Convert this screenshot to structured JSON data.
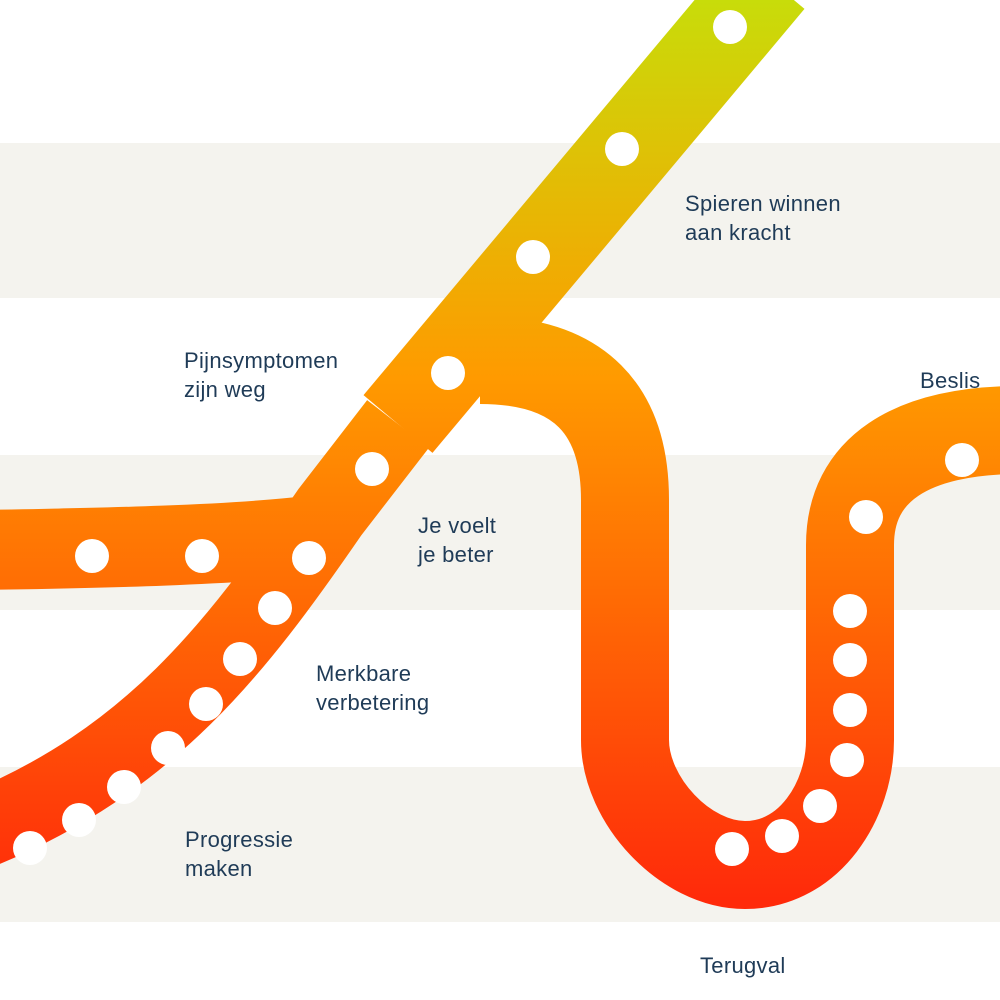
{
  "colors": {
    "background": "#ffffff",
    "band": "#f4f3ee",
    "label_text": "#1f3b57",
    "path_top": "#c8dc0a",
    "path_mid": "#ff9a00",
    "path_bottom": "#ff2a0a",
    "dot": "#ffffff"
  },
  "labels": {
    "spieren": [
      "Spieren winnen",
      "aan kracht"
    ],
    "pijn": [
      "Pijnsymptomen",
      "zijn weg"
    ],
    "beslis": [
      "Beslis"
    ],
    "voelt": [
      "Je voelt",
      "je beter"
    ],
    "merkbare": [
      "Merkbare",
      "verbetering"
    ],
    "progressie": [
      "Progressie",
      "maken"
    ],
    "terugval": [
      "Terugval"
    ]
  }
}
